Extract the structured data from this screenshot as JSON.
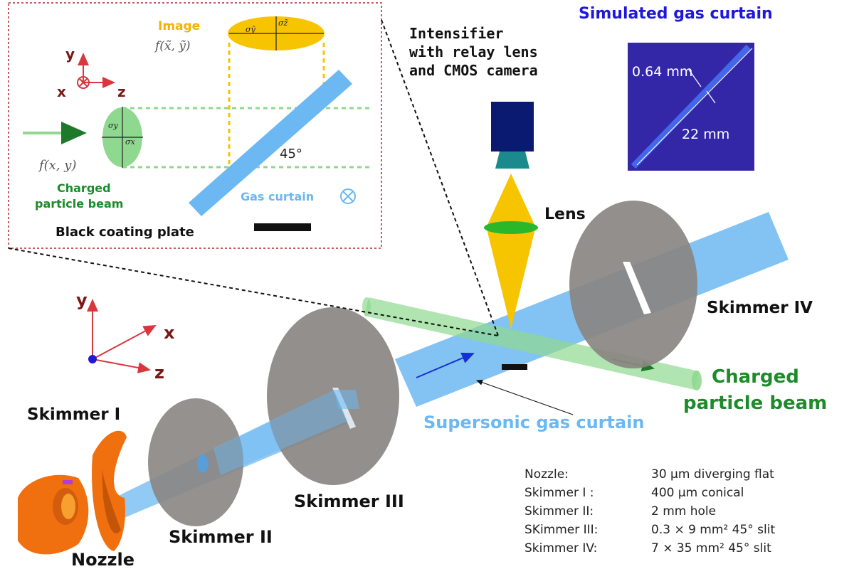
{
  "labels": {
    "simulated_title": "Simulated gas curtain",
    "intensifier_line1": "Intensifier",
    "intensifier_line2": "with relay lens",
    "intensifier_line3": "and CMOS camera",
    "lens": "Lens",
    "skimmer_i": "Skimmer I",
    "skimmer_ii": "Skimmer II",
    "skimmer_iii": "Skimmer III",
    "skimmer_iv": "Skimmer IV",
    "nozzle": "Nozzle",
    "charged_beam_line1": "Charged",
    "charged_beam_line2": "particle beam",
    "supersonic": "Supersonic gas curtain",
    "sim_thickness": "0.64 mm",
    "sim_length": "22 mm"
  },
  "inset": {
    "image_label": "Image",
    "image_func": "f(x̃, ỹ)",
    "sigma_y_tilde": "σỹ",
    "sigma_z_tilde": "σz̃",
    "input_func": "f(x, y)",
    "sigma_y": "σy",
    "sigma_x": "σx",
    "angle": "45°",
    "gas_curtain": "Gas curtain",
    "charged_line1": "Charged",
    "charged_line2": "particle beam",
    "black_plate": "Black coating plate",
    "axis_y": "y",
    "axis_x": "x",
    "axis_z": "z"
  },
  "main_axes": {
    "y": "y",
    "x": "x",
    "z": "z"
  },
  "specs": [
    {
      "name": "Nozzle:",
      "value": "30 μm diverging flat"
    },
    {
      "name": "Skimmer I :",
      "value": "400 μm conical"
    },
    {
      "name": "Skimmer II:",
      "value": "2 mm hole"
    },
    {
      "name": "SKimmer III:",
      "value": "0.3 × 9 mm² 45° slit"
    },
    {
      "name": "Skimmer IV:",
      "value": "7 × 35 mm² 45° slit"
    }
  ],
  "colors": {
    "gas_blue": "#6cb8f2",
    "beam_green": "#8fd88f",
    "skimmer_grey": "#8a8582",
    "nozzle_orange": "#f07010",
    "camera_navy": "#0a1a70",
    "image_yellow": "#f7c400",
    "sim_bg": "#3327a8",
    "title_blue": "#1f17d9"
  }
}
